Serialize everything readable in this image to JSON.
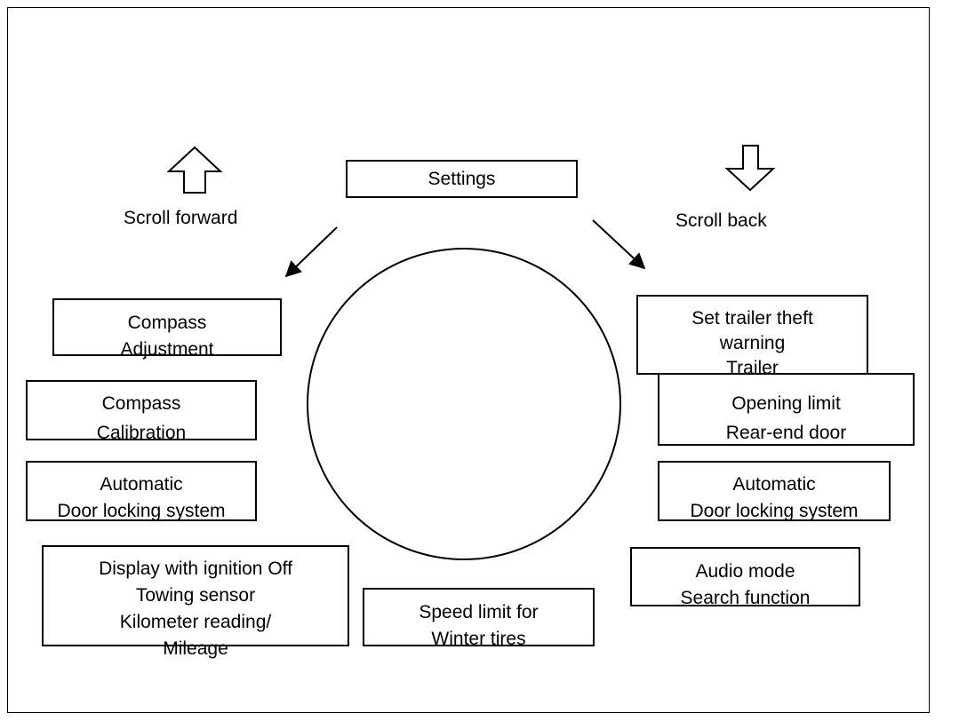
{
  "center": {
    "title": "Settings"
  },
  "navigation": {
    "forward_label": "Scroll forward",
    "back_label": "Scroll back"
  },
  "left_items": [
    {
      "lines": [
        "Compass",
        "Adjustment"
      ]
    },
    {
      "lines": [
        "Compass",
        "Calibration"
      ]
    },
    {
      "lines": [
        "Automatic",
        "Door locking system"
      ]
    },
    {
      "lines": [
        "Display with ignition Off",
        "Towing sensor",
        "Kilometer reading/",
        "Mileage"
      ]
    }
  ],
  "bottom_item": {
    "lines": [
      "Speed limit for",
      "Winter tires"
    ]
  },
  "right_items": [
    {
      "lines": [
        "Set trailer theft",
        "warning",
        "Trailer"
      ]
    },
    {
      "lines": [
        "Opening limit",
        "Rear-end door"
      ]
    },
    {
      "lines": [
        "Automatic",
        "Door locking system"
      ]
    },
    {
      "lines": [
        "Audio mode",
        "Search function"
      ]
    }
  ]
}
